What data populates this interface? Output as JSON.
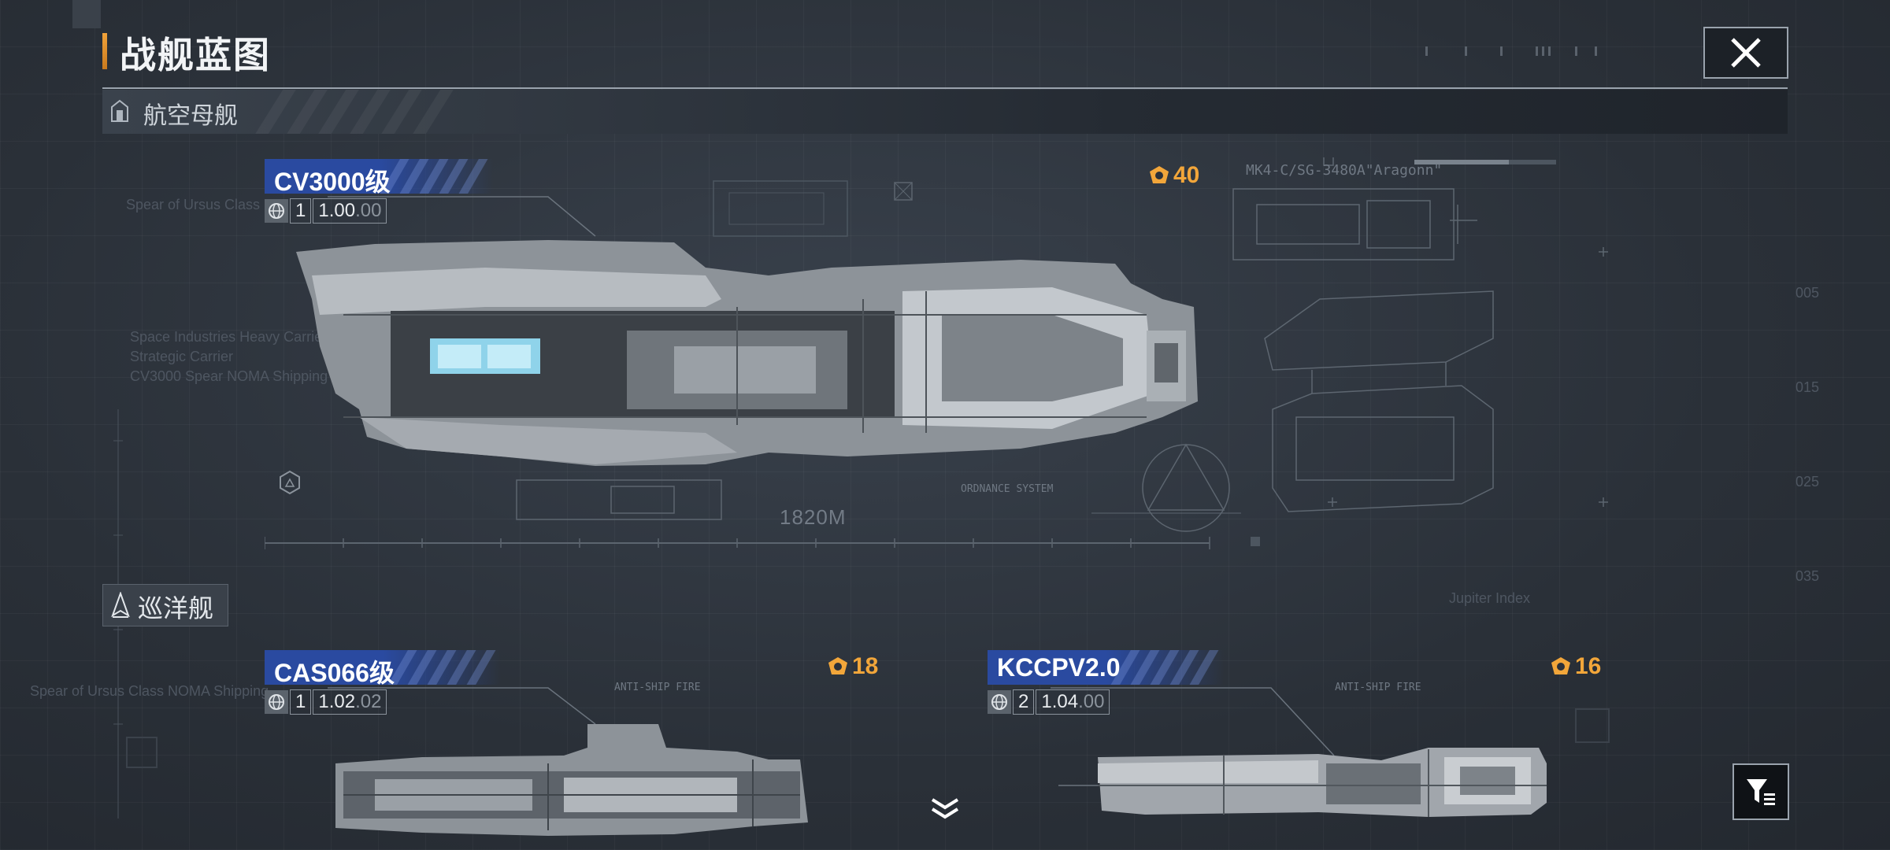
{
  "header": {
    "title": "战舰蓝图"
  },
  "sections": {
    "carrier_label": "航空母舰",
    "cruiser_label": "巡洋舰"
  },
  "ships": [
    {
      "name": "CV3000级",
      "tier": "1",
      "version_main": "1.00",
      "version_dim": ".00",
      "cost": "40",
      "scale_label": "1820M",
      "model_label": "MK4-C/SG-3480A\"Aragonn\"",
      "system_label": "ORDNANCE SYSTEM"
    },
    {
      "name": "CAS066级",
      "tier": "1",
      "version_main": "1.02",
      "version_dim": ".02",
      "cost": "18",
      "annotation": "ANTI-SHIP FIRE"
    },
    {
      "name": "KCCPV2.0",
      "tier": "2",
      "version_main": "1.04",
      "version_dim": ".00",
      "cost": "16",
      "annotation": "ANTI-SHIP FIRE"
    }
  ],
  "background_text": {
    "t1": "Spear of Ursus Class",
    "t2": "Space Industries Heavy Carrier Class",
    "t3": "Strategic Carrier",
    "t4": "CV3000 Spear NOMA Shipping Group Aircraft",
    "t5": "Spear of Ursus Class NOMA Shipping",
    "t6": "Jupiter Index",
    "r1": "005",
    "r2": "015",
    "r3": "025",
    "r4": "035"
  },
  "colors": {
    "accent": "#f2a33a",
    "name_bg": "#2a4aa0",
    "background": "#2b313a"
  },
  "icons": {
    "close": "close-icon",
    "carrier": "carrier-icon",
    "cruiser": "cruiser-icon",
    "cost": "cost-emblem-icon",
    "globe": "globe-icon",
    "scroll_down": "chevron-double-down-icon",
    "filter": "filter-icon"
  }
}
